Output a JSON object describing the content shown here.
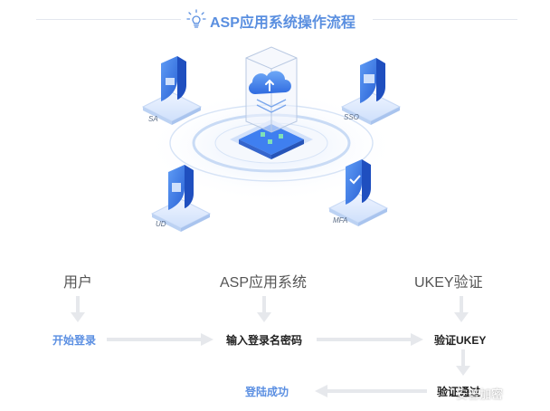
{
  "title": "ASP应用系统操作流程",
  "illustration": {
    "modules": [
      "SA",
      "SSO",
      "UD",
      "MFA"
    ]
  },
  "columns": {
    "user": "用户",
    "asp": "ASP应用系统",
    "ukey": "UKEY验证"
  },
  "steps": {
    "start_login": "开始登录",
    "enter_credentials": "输入登录名密码",
    "verify_ukey": "验证UKEY",
    "verify_pass": "验证通过",
    "login_success": "登陆成功"
  },
  "watermark": "安普加密",
  "colors": {
    "accent": "#5a8fe0",
    "arrow": "#e6e8ec"
  }
}
